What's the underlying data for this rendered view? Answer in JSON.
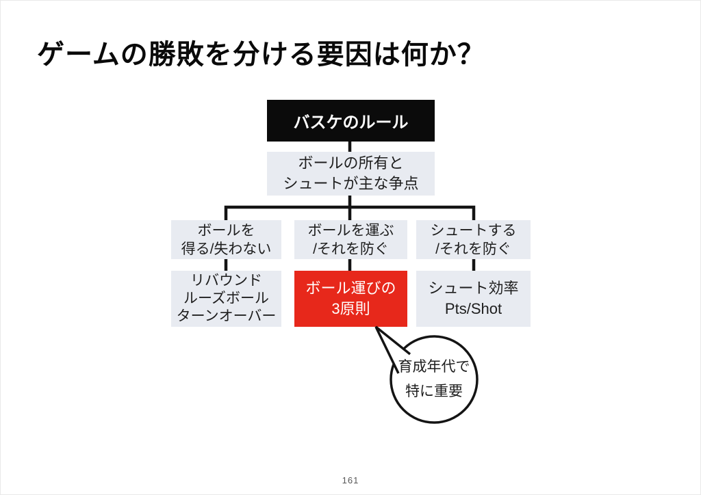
{
  "page": {
    "title": "ゲームの勝敗を分ける要因は何か？",
    "page_number": "161"
  },
  "colors": {
    "root_box": "#0b0b0b",
    "gray_box": "#e8ebf1",
    "highlight_box": "#e7281b",
    "connector": "#141414"
  },
  "diagram": {
    "root": {
      "label": "バスケのルール"
    },
    "possession": {
      "lines": [
        "ボールの所有と",
        "シュートが主な争点"
      ]
    },
    "branches": [
      {
        "lines": [
          "ボールを",
          "得る/失わない"
        ]
      },
      {
        "lines": [
          "ボールを運ぶ",
          "/それを防ぐ"
        ]
      },
      {
        "lines": [
          "シュートする",
          "/それを防ぐ"
        ]
      }
    ],
    "leaves": [
      {
        "lines": [
          "リバウンド",
          "ルーズボール",
          "ターンオーバー"
        ]
      },
      {
        "lines": [
          "ボール運びの",
          "3原則"
        ]
      },
      {
        "lines": [
          "シュート効率",
          "Pts/Shot"
        ]
      }
    ],
    "callout": {
      "lines": [
        "育成年代で",
        "特に重要"
      ]
    }
  }
}
